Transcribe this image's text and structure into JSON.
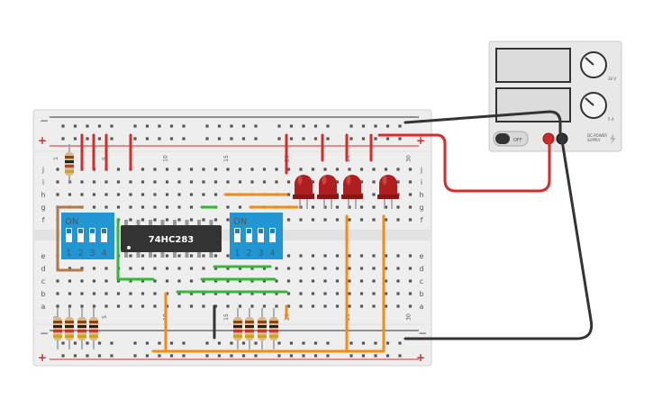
{
  "breadboard": {
    "rail_minus": "−",
    "rail_plus": "+",
    "col_numbers": [
      "1",
      "5",
      "10",
      "15",
      "20",
      "25",
      "30"
    ],
    "row_letters_top": [
      "j",
      "i",
      "h",
      "g",
      "f"
    ],
    "row_letters_bottom": [
      "e",
      "d",
      "c",
      "b",
      "a"
    ],
    "col_count": 30
  },
  "chip": {
    "label": "74HC283"
  },
  "dip_switch_left": {
    "on_label": "ON",
    "numbers": [
      "1",
      "2",
      "3",
      "4"
    ]
  },
  "dip_switch_right": {
    "on_label": "ON",
    "numbers": [
      "1",
      "2",
      "3",
      "4"
    ]
  },
  "power_supply": {
    "off_label": "OFF",
    "knob1_label": "30 V",
    "knob2_label": "5 A",
    "brand_line1": "DC POWER",
    "brand_line2": "SUPPLY"
  },
  "colors": {
    "wire_red": "#d62b2b",
    "wire_orange": "#f08c1a",
    "wire_green": "#3cb43c",
    "wire_dark": "#333333",
    "wire_brown": "#b07a4a",
    "dip_blue": "#2196d3",
    "led_red": "#b01f1f",
    "chip_body": "#333333",
    "board": "#eeeeee"
  }
}
